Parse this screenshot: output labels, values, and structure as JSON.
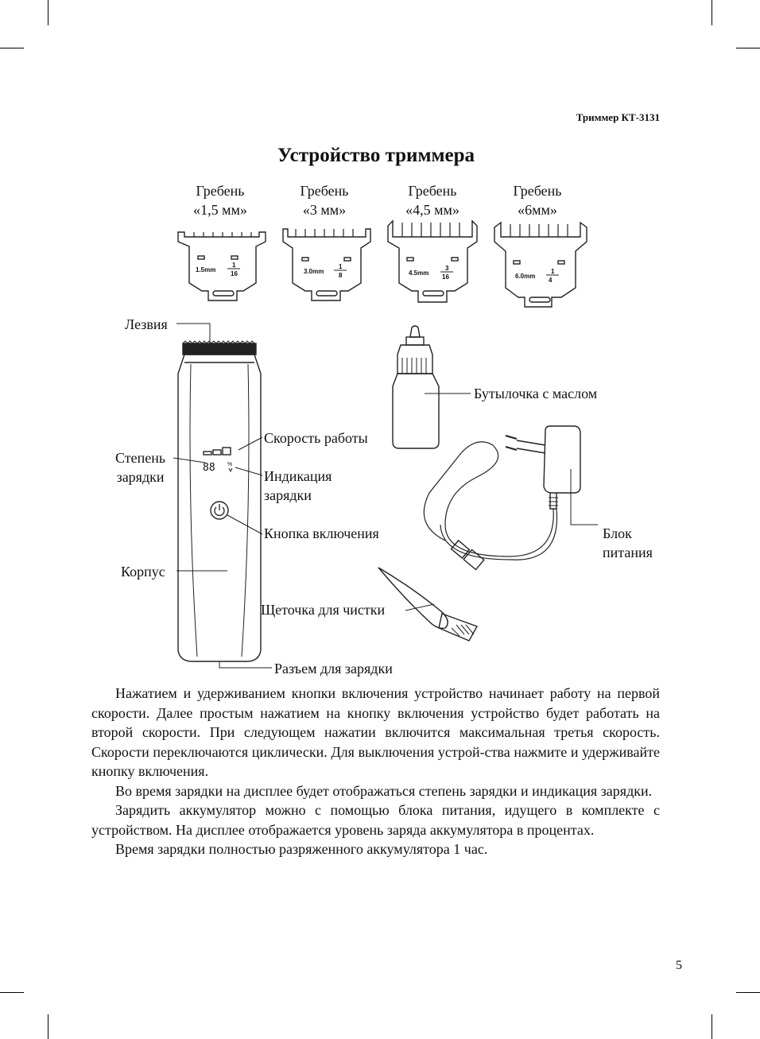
{
  "header": {
    "doc_title": "Триммер КТ-3131"
  },
  "title": "Устройство триммера",
  "combs": [
    {
      "label_line1": "Гребень",
      "label_line2": "«1,5 мм»",
      "size": "1.5mm",
      "frac_num": "1",
      "frac_den": "16"
    },
    {
      "label_line1": "Гребень",
      "label_line2": "«3 мм»",
      "size": "3.0mm",
      "frac_num": "1",
      "frac_den": "8"
    },
    {
      "label_line1": "Гребень",
      "label_line2": "«4,5 мм»",
      "size": "4.5mm",
      "frac_num": "3",
      "frac_den": "16"
    },
    {
      "label_line1": "Гребень",
      "label_line2": "«6мм»",
      "size": "6.0mm",
      "frac_num": "1",
      "frac_den": "4"
    }
  ],
  "labels": {
    "blades": "Лезвия",
    "charge_level_1": "Степень",
    "charge_level_2": "зарядки",
    "speed": "Скорость работы",
    "charge_ind_1": "Индикация",
    "charge_ind_2": "зарядки",
    "power_button": "Кнопка включения",
    "housing": "Корпус",
    "brush": "Щеточка для чистки",
    "charging_port": "Разъем для зарядки",
    "oil_bottle": "Бутылочка с маслом",
    "adapter_1": "Блок",
    "adapter_2": "питания",
    "display_digits": "88",
    "display_percent": "%"
  },
  "paragraphs": [
    "Нажатием и удерживанием кнопки включения устройство начинает работу на первой скорости. Далее простым нажатием на кнопку включения устройство будет работать на второй скорости. При следующем нажатии включится максимальная третья скорость. Скорости переключаются циклически. Для выключения устрой-ства нажмите и удерживайте кнопку включения.",
    "Во время зарядки на дисплее будет отображаться степень зарядки и индикация зарядки.",
    "Зарядить аккумулятор можно с помощью блока питания, идущего в комплекте с устройством. На дисплее отображается уровень заряда аккумулятора в процентах.",
    "Время зарядки полностью разряженного аккумулятора 1 час."
  ],
  "page_number": "5"
}
